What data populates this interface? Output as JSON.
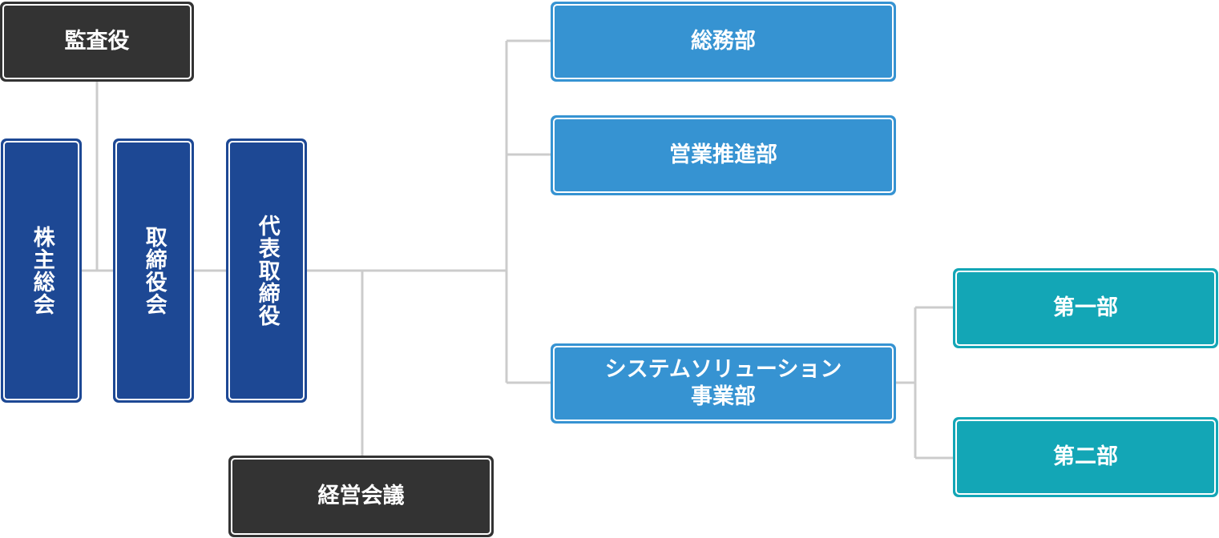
{
  "org_chart": {
    "nodes": {
      "auditor": "監査役",
      "shareholders_meeting": "株主総会",
      "board_of_directors": "取締役会",
      "representative_director": "代表取締役",
      "management_meeting": "経営会議",
      "general_affairs": "総務部",
      "sales_promotion": "営業推進部",
      "system_solution": "システムソリューション\n事業部",
      "first_division": "第一部",
      "second_division": "第二部"
    },
    "colors": {
      "dark": "#333333",
      "navy": "#1d4894",
      "blue": "#3693d2",
      "teal": "#13a6b6",
      "connector": "#cccccc"
    }
  }
}
